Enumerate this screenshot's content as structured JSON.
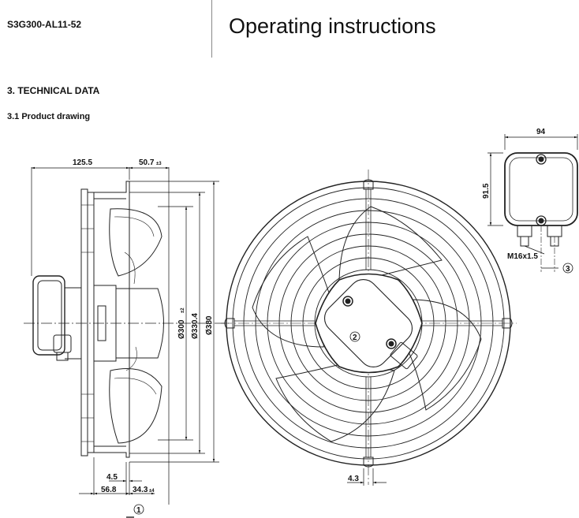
{
  "header": {
    "product_code": "S3G300-AL11-52",
    "title": "Operating instructions"
  },
  "section": {
    "heading": "3. TECHNICAL DATA",
    "subheading": "3.1 Product drawing"
  },
  "drawing": {
    "side_view": {
      "dim_125_5": "125.5",
      "dim_50_7": "50.7",
      "dim_50_7_tol": "±3",
      "dim_d300": "Ø300",
      "dim_d300_tol": "±2",
      "dim_d330_4": "Ø330.4",
      "dim_d380": "Ø380",
      "dim_4_5": "4.5",
      "dim_56_8": "56.8",
      "dim_34_3": "34.3",
      "dim_34_3_tol": "±4",
      "callout_1": "1"
    },
    "front_view": {
      "dim_4_3": "4.3",
      "callout_2": "2"
    },
    "terminal_box": {
      "dim_94": "94",
      "dim_91_5": "91.5",
      "thread": "M16x1.5",
      "callout_3": "3"
    }
  }
}
